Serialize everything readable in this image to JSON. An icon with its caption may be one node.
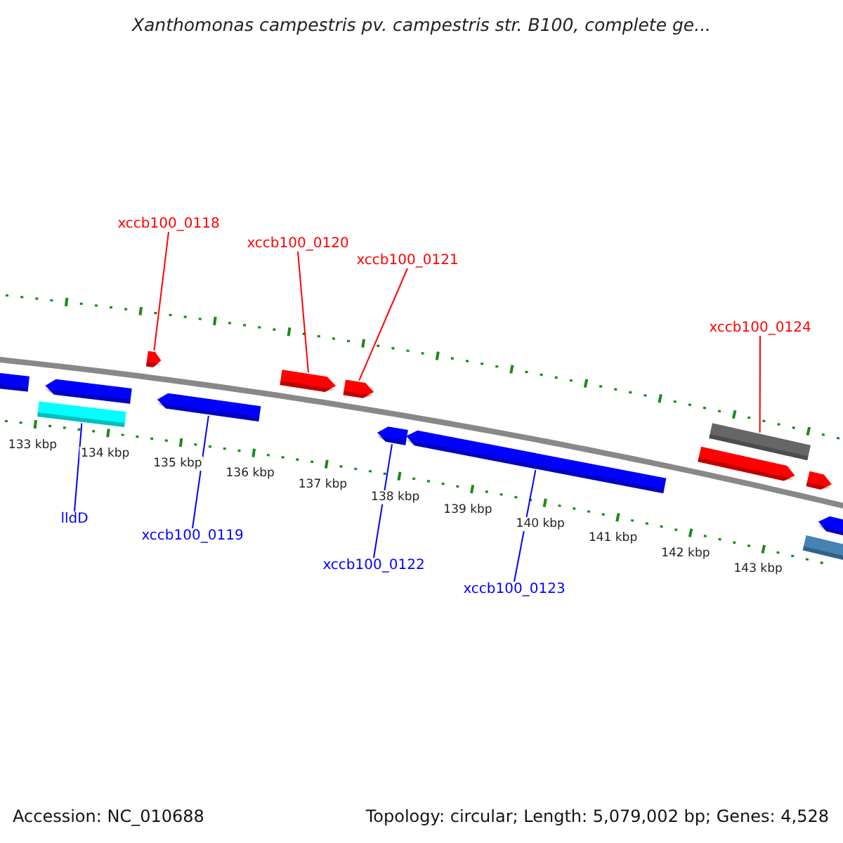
{
  "diagram": {
    "title": "Xanthomonas campestris pv. campestris str. B100, complete ge...",
    "nodes": [
      {
        "text": [],
        "shape": "bar"
      },
      {
        "text": [],
        "shape": "arrow"
      },
      {
        "text": [],
        "shape": "bar"
      },
      {
        "text": [],
        "shape": "arrow"
      },
      {
        "text": [],
        "shape": "arrow"
      },
      {
        "text": [],
        "shape": "arrow"
      },
      {
        "text": [],
        "shape": "arrow"
      },
      {
        "text": [],
        "shape": "arrow"
      },
      {
        "text": [],
        "shape": "arrow"
      },
      {
        "text": [],
        "shape": "bar"
      },
      {
        "text": [],
        "shape": "arrow"
      },
      {
        "text": [],
        "shape": "arrow"
      },
      {
        "text": [],
        "shape": "arrow"
      },
      {
        "text": [],
        "shape": "bar"
      },
      {
        "text": [
          "xccb100_0118"
        ]
      },
      {
        "text": [
          "xccb100_0120"
        ]
      },
      {
        "text": [
          "xccb100_0121"
        ]
      },
      {
        "text": [
          "xccb100_0124"
        ]
      },
      {
        "text": [
          "lldD"
        ]
      },
      {
        "text": [
          "xccb100_0119"
        ]
      },
      {
        "text": [
          "xccb100_0122"
        ]
      },
      {
        "text": [
          "xccb100_0123"
        ]
      }
    ],
    "edges": [
      {
        "from": 14,
        "to": 3,
        "arrow": "none"
      },
      {
        "from": 15,
        "to": 5,
        "arrow": "none"
      },
      {
        "from": 16,
        "to": 6,
        "arrow": "none"
      },
      {
        "from": 17,
        "to": 9,
        "arrow": "none"
      },
      {
        "from": 18,
        "to": 2,
        "arrow": "none",
        "color": "#0000ff"
      },
      {
        "from": 19,
        "to": 4,
        "arrow": "none",
        "color": "#0000ff"
      },
      {
        "from": 20,
        "to": 7,
        "arrow": "none",
        "color": "#0000ff"
      },
      {
        "from": 21,
        "to": 8,
        "arrow": "none",
        "color": "#0000ff"
      }
    ],
    "labels": [
      "133 kbp",
      "134 kbp",
      "135 kbp",
      "136 kbp",
      "137 kbp",
      "138 kbp",
      "139 kbp",
      "140 kbp",
      "141 kbp",
      "142 kbp",
      "143 kbp",
      "Accession: NC_010688",
      "Topology: circular; Length: 5,079,002 bp; Genes: 4,528"
    ]
  }
}
